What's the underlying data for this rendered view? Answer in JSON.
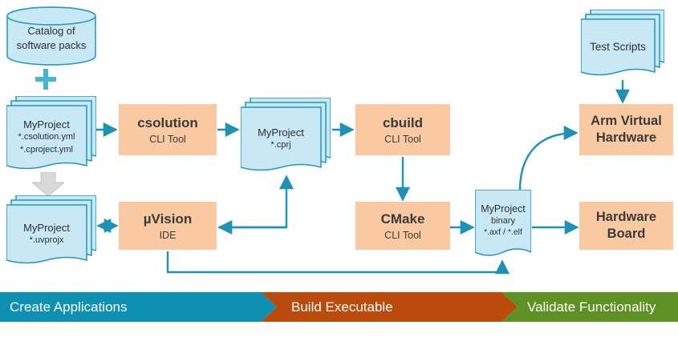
{
  "diagram": {
    "catalog": {
      "line1": "Catalog of",
      "line2": "software packs"
    },
    "plus_sign": "+",
    "docs": {
      "yml": {
        "title": "MyProject",
        "sub1": "*.csolution.yml",
        "sub2": "*.cproject.yml"
      },
      "uvprojx": {
        "title": "MyProject",
        "sub1": "*.uvprojx"
      },
      "cprj": {
        "title": "MyProject",
        "sub1": "*.cprj"
      },
      "binary": {
        "title": "MyProject",
        "sub1": "binary",
        "sub2": "*.axf / *.elf"
      },
      "test_scripts": {
        "title": "Test Scripts"
      }
    },
    "tools": {
      "csolution": {
        "title": "csolution",
        "subtitle": "CLI Tool"
      },
      "cbuild": {
        "title": "cbuild",
        "subtitle": "CLI Tool"
      },
      "cmake": {
        "title": "CMake",
        "subtitle": "CLI Tool"
      },
      "uvision": {
        "title": "µVision",
        "subtitle": "IDE"
      }
    },
    "targets": {
      "avh": {
        "line1": "Arm Virtual",
        "line2": "Hardware"
      },
      "board": {
        "line1": "Hardware",
        "line2": "Board"
      }
    },
    "phases": [
      {
        "label": "Create Applications",
        "color": "#0E90B2"
      },
      {
        "label": "Build Executable",
        "color": "#BB4A0D"
      },
      {
        "label": "Validate Functionality",
        "color": "#5E9124"
      }
    ],
    "colors": {
      "doc_fill": "#C9E8F6",
      "doc_stroke": "#2296BC",
      "tool_fill": "#F9C9A2",
      "arrow": "#1E91B4",
      "gray_arrow": "#D9D9D9",
      "plus": "#45B6D6",
      "text": "#3A3A3A"
    }
  }
}
